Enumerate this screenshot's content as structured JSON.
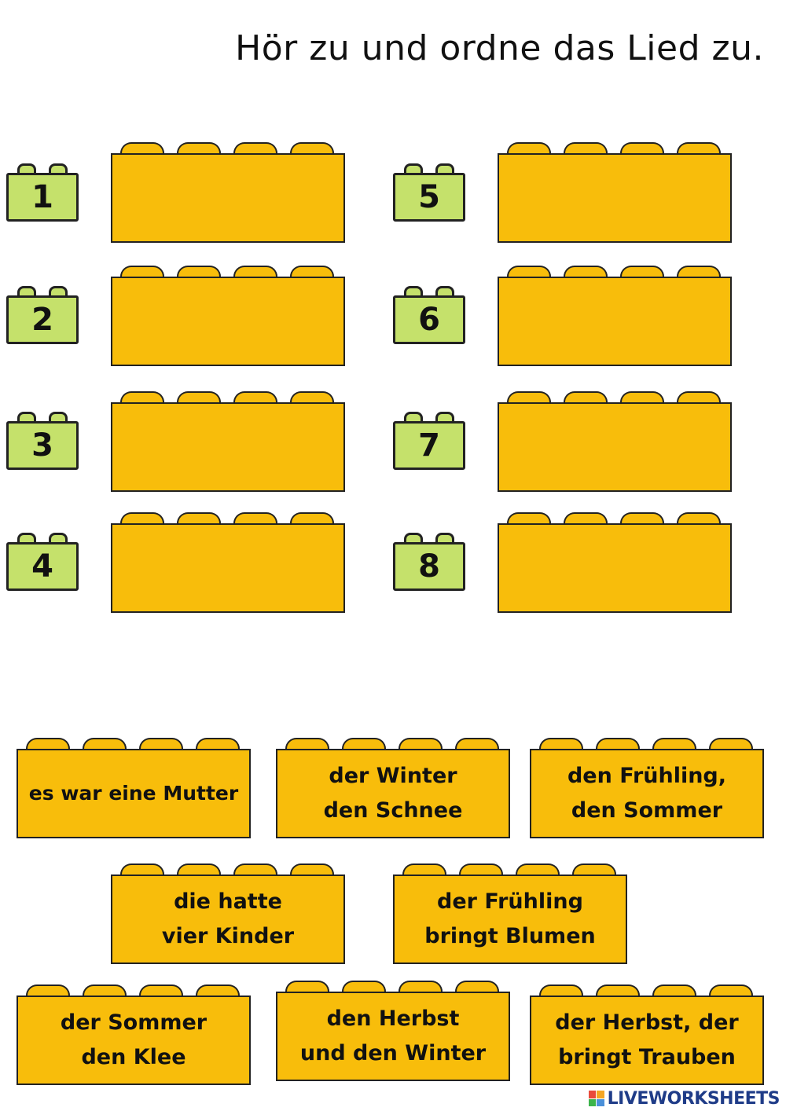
{
  "title": "Hör zu und ordne das Lied zu.",
  "numbers": [
    "1",
    "2",
    "3",
    "4",
    "5",
    "6",
    "7",
    "8"
  ],
  "cards": [
    "es war eine Mutter",
    "der Winter\nden Schnee",
    "den Frühling,\nden Sommer",
    "die hatte\nvier Kinder",
    "der Frühling\nbringt Blumen",
    "der Sommer\nden Klee",
    "den Herbst\nund den Winter",
    "der Herbst, der\nbringt Trauben"
  ],
  "footer": {
    "brand": "LIVEWORKSHEETS",
    "logo_colors": [
      "#e94b3c",
      "#f5a623",
      "#3cb44b",
      "#4a90d9"
    ]
  },
  "colors": {
    "brick": "#f8bd0b",
    "number_brick": "#c5e16b",
    "outline": "#222222"
  }
}
